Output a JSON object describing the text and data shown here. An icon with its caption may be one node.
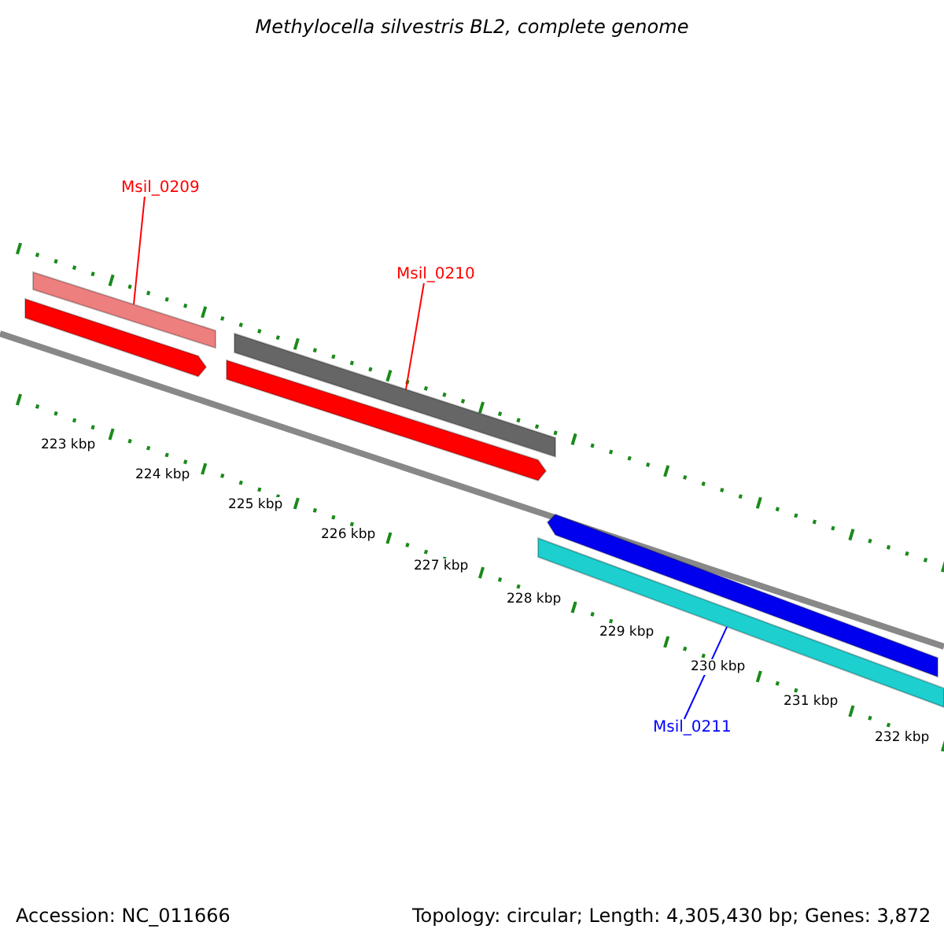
{
  "diagram": {
    "title": "Methylocella silvestris BL2, complete genome",
    "nodes": [
      {
        "text": [
          "Msil_0209"
        ]
      },
      {
        "text": [],
        "shape": "bar"
      },
      {
        "text": [],
        "shape": "arrow"
      },
      {
        "text": [
          "Msil_0210"
        ]
      },
      {
        "text": [],
        "shape": "bar"
      },
      {
        "text": [],
        "shape": "arrow"
      },
      {
        "text": [],
        "shape": "arrow"
      },
      {
        "text": [],
        "shape": "bar"
      },
      {
        "text": [
          "Msil_0211"
        ]
      }
    ],
    "edges": [
      {
        "from": 0,
        "to": 1,
        "arrow": "none",
        "color": "#ff0000"
      },
      {
        "from": 3,
        "to": 4,
        "arrow": "none",
        "color": "#ff0000"
      },
      {
        "from": 8,
        "to": 7,
        "arrow": "none",
        "color": "#0000ff"
      }
    ],
    "labels": [
      "223 kbp",
      "224 kbp",
      "225 kbp",
      "226 kbp",
      "227 kbp",
      "228 kbp",
      "229 kbp",
      "230 kbp",
      "231 kbp",
      "232 kbp",
      "Accession: NC_011666",
      "Topology: circular; Length: 4,305,430 bp; Genes: 3,872"
    ]
  }
}
